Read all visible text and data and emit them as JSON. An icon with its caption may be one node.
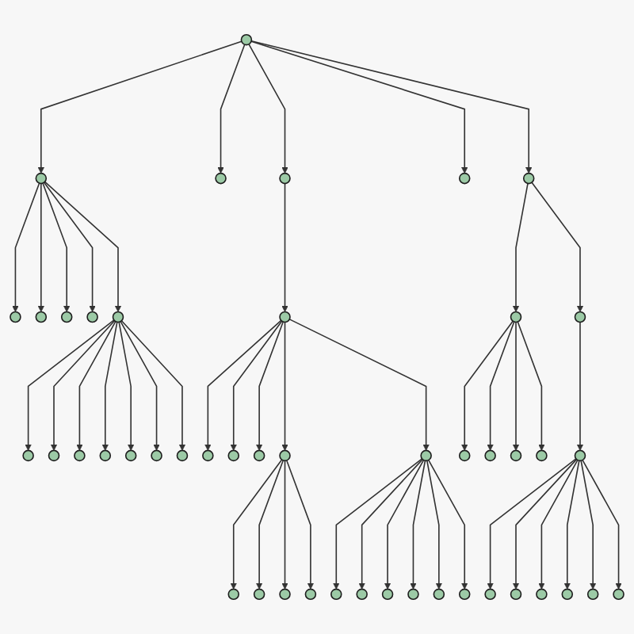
{
  "diagram": {
    "nodes": [
      {
        "text": [],
        "shape": "circle"
      },
      {
        "text": [],
        "shape": "circle"
      },
      {
        "text": [],
        "shape": "circle"
      },
      {
        "text": [],
        "shape": "circle"
      },
      {
        "text": [],
        "shape": "circle"
      },
      {
        "text": [],
        "shape": "circle"
      },
      {
        "text": [],
        "shape": "circle"
      },
      {
        "text": [],
        "shape": "circle"
      },
      {
        "text": [],
        "shape": "circle"
      },
      {
        "text": [],
        "shape": "circle"
      },
      {
        "text": [],
        "shape": "circle"
      },
      {
        "text": [],
        "shape": "circle"
      },
      {
        "text": [],
        "shape": "circle"
      },
      {
        "text": [],
        "shape": "circle"
      },
      {
        "text": [],
        "shape": "circle"
      },
      {
        "text": [],
        "shape": "circle"
      },
      {
        "text": [],
        "shape": "circle"
      },
      {
        "text": [],
        "shape": "circle"
      },
      {
        "text": [],
        "shape": "circle"
      },
      {
        "text": [],
        "shape": "circle"
      },
      {
        "text": [],
        "shape": "circle"
      },
      {
        "text": [],
        "shape": "circle"
      },
      {
        "text": [],
        "shape": "circle"
      },
      {
        "text": [],
        "shape": "circle"
      },
      {
        "text": [],
        "shape": "circle"
      },
      {
        "text": [],
        "shape": "circle"
      },
      {
        "text": [],
        "shape": "circle"
      },
      {
        "text": [],
        "shape": "circle"
      },
      {
        "text": [],
        "shape": "circle"
      },
      {
        "text": [],
        "shape": "circle"
      },
      {
        "text": [],
        "shape": "circle"
      },
      {
        "text": [],
        "shape": "circle"
      },
      {
        "text": [],
        "shape": "circle"
      },
      {
        "text": [],
        "shape": "circle"
      },
      {
        "text": [],
        "shape": "circle"
      },
      {
        "text": [],
        "shape": "circle"
      },
      {
        "text": [],
        "shape": "circle"
      },
      {
        "text": [],
        "shape": "circle"
      },
      {
        "text": [],
        "shape": "circle"
      },
      {
        "text": [],
        "shape": "circle"
      },
      {
        "text": [],
        "shape": "circle"
      },
      {
        "text": [],
        "shape": "circle"
      },
      {
        "text": [],
        "shape": "circle"
      },
      {
        "text": [],
        "shape": "circle"
      },
      {
        "text": [],
        "shape": "circle"
      },
      {
        "text": [],
        "shape": "circle"
      },
      {
        "text": [],
        "shape": "circle"
      }
    ],
    "edges": [
      {
        "from": 8,
        "to": 1,
        "arrow": "to"
      },
      {
        "from": 8,
        "to": 2,
        "arrow": "to"
      },
      {
        "from": 8,
        "to": 5,
        "arrow": "to"
      },
      {
        "from": 8,
        "to": 7,
        "arrow": "to"
      },
      {
        "from": 10,
        "to": 3,
        "arrow": "to"
      },
      {
        "from": 10,
        "to": 4,
        "arrow": "to"
      },
      {
        "from": 10,
        "to": 0,
        "arrow": "to"
      },
      {
        "from": 10,
        "to": 6,
        "arrow": "to"
      },
      {
        "from": 10,
        "to": 9,
        "arrow": "to"
      },
      {
        "from": 10,
        "to": 11,
        "arrow": "to"
      },
      {
        "from": 10,
        "to": 14,
        "arrow": "to"
      },
      {
        "from": 16,
        "to": 13,
        "arrow": "to"
      },
      {
        "from": 16,
        "to": 12,
        "arrow": "to"
      },
      {
        "from": 16,
        "to": 15,
        "arrow": "to"
      },
      {
        "from": 16,
        "to": 18,
        "arrow": "to"
      },
      {
        "from": 16,
        "to": 10,
        "arrow": "to"
      },
      {
        "from": 25,
        "to": 16,
        "arrow": "to"
      },
      {
        "from": 25,
        "to": 21,
        "arrow": "to"
      },
      {
        "from": 25,
        "to": 24,
        "arrow": "to"
      },
      {
        "from": 25,
        "to": 30,
        "arrow": "to"
      },
      {
        "from": 25,
        "to": 31,
        "arrow": "to"
      },
      {
        "from": 24,
        "to": 22,
        "arrow": "to"
      },
      {
        "from": 22,
        "to": 17,
        "arrow": "to"
      },
      {
        "from": 22,
        "to": 20,
        "arrow": "to"
      },
      {
        "from": 22,
        "to": 27,
        "arrow": "to"
      },
      {
        "from": 22,
        "to": 8,
        "arrow": "to"
      },
      {
        "from": 22,
        "to": 35,
        "arrow": "to"
      },
      {
        "from": 35,
        "to": 28,
        "arrow": "to"
      },
      {
        "from": 35,
        "to": 34,
        "arrow": "to"
      },
      {
        "from": 35,
        "to": 41,
        "arrow": "to"
      },
      {
        "from": 35,
        "to": 43,
        "arrow": "to"
      },
      {
        "from": 35,
        "to": 42,
        "arrow": "to"
      },
      {
        "from": 35,
        "to": 36,
        "arrow": "to"
      },
      {
        "from": 31,
        "to": 26,
        "arrow": "to"
      },
      {
        "from": 31,
        "to": 38,
        "arrow": "to"
      },
      {
        "from": 26,
        "to": 19,
        "arrow": "to"
      },
      {
        "from": 26,
        "to": 23,
        "arrow": "to"
      },
      {
        "from": 26,
        "to": 29,
        "arrow": "to"
      },
      {
        "from": 26,
        "to": 32,
        "arrow": "to"
      },
      {
        "from": 38,
        "to": 39,
        "arrow": "to"
      },
      {
        "from": 39,
        "to": 33,
        "arrow": "to"
      },
      {
        "from": 39,
        "to": 37,
        "arrow": "to"
      },
      {
        "from": 39,
        "to": 40,
        "arrow": "to"
      },
      {
        "from": 39,
        "to": 45,
        "arrow": "to"
      },
      {
        "from": 39,
        "to": 46,
        "arrow": "to"
      },
      {
        "from": 39,
        "to": 44,
        "arrow": "to"
      }
    ]
  }
}
